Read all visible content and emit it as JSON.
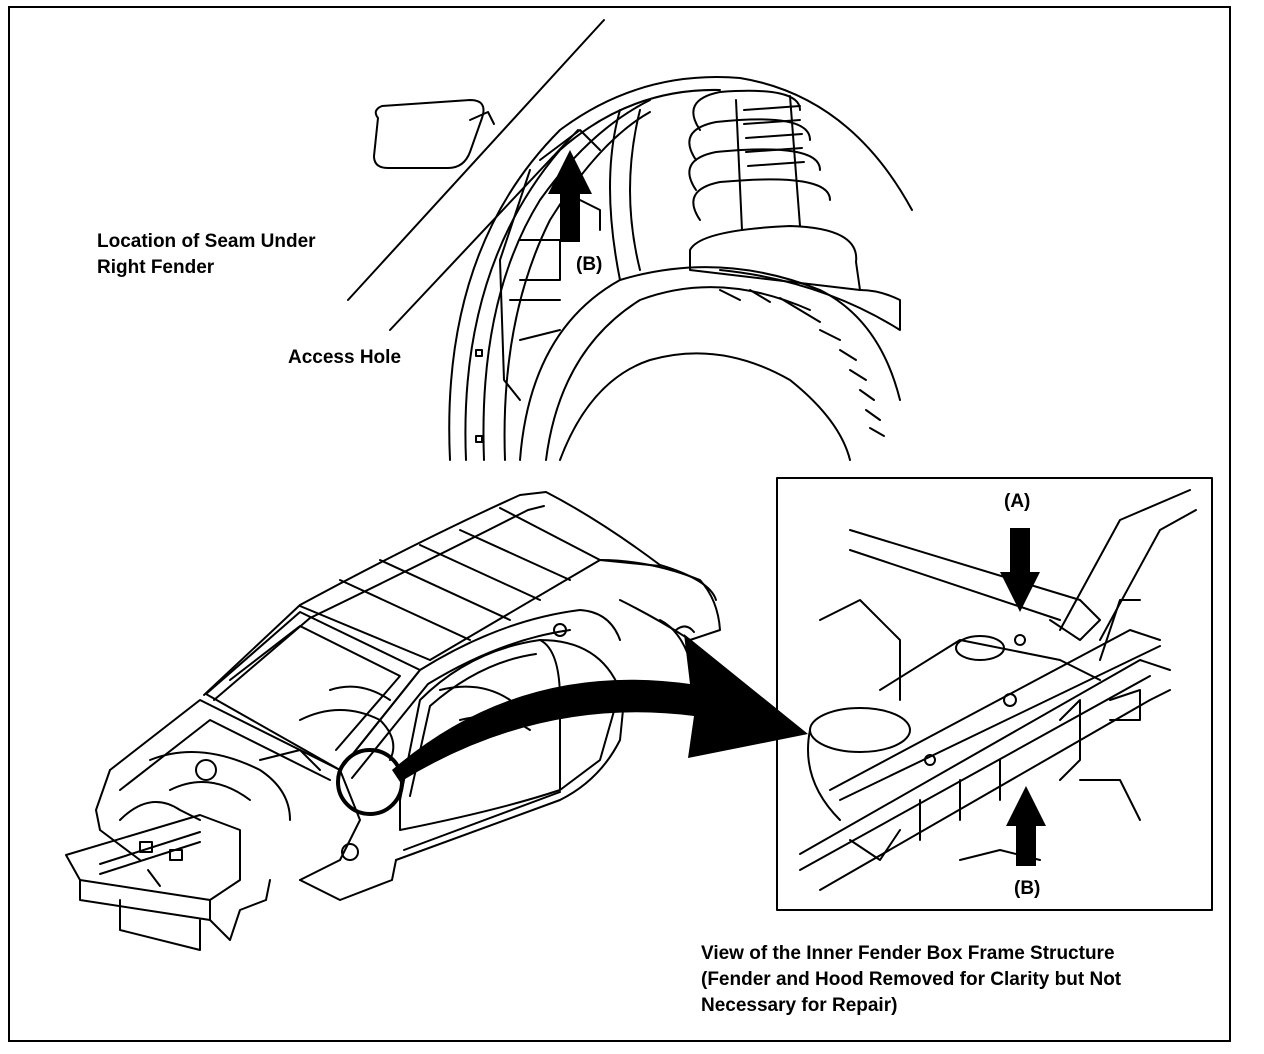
{
  "labels": {
    "seam_line1": "Location of Seam Under",
    "seam_line2": "Right Fender",
    "access_hole": "Access Hole",
    "callout_b_top": "(B)",
    "callout_a_inset": "(A)",
    "callout_b_inset": "(B)"
  },
  "caption": {
    "line1": "View of the Inner Fender Box Frame Structure",
    "line2": "(Fender and Hood Removed for Clarity but Not",
    "line3": "Necessary for Repair)"
  }
}
